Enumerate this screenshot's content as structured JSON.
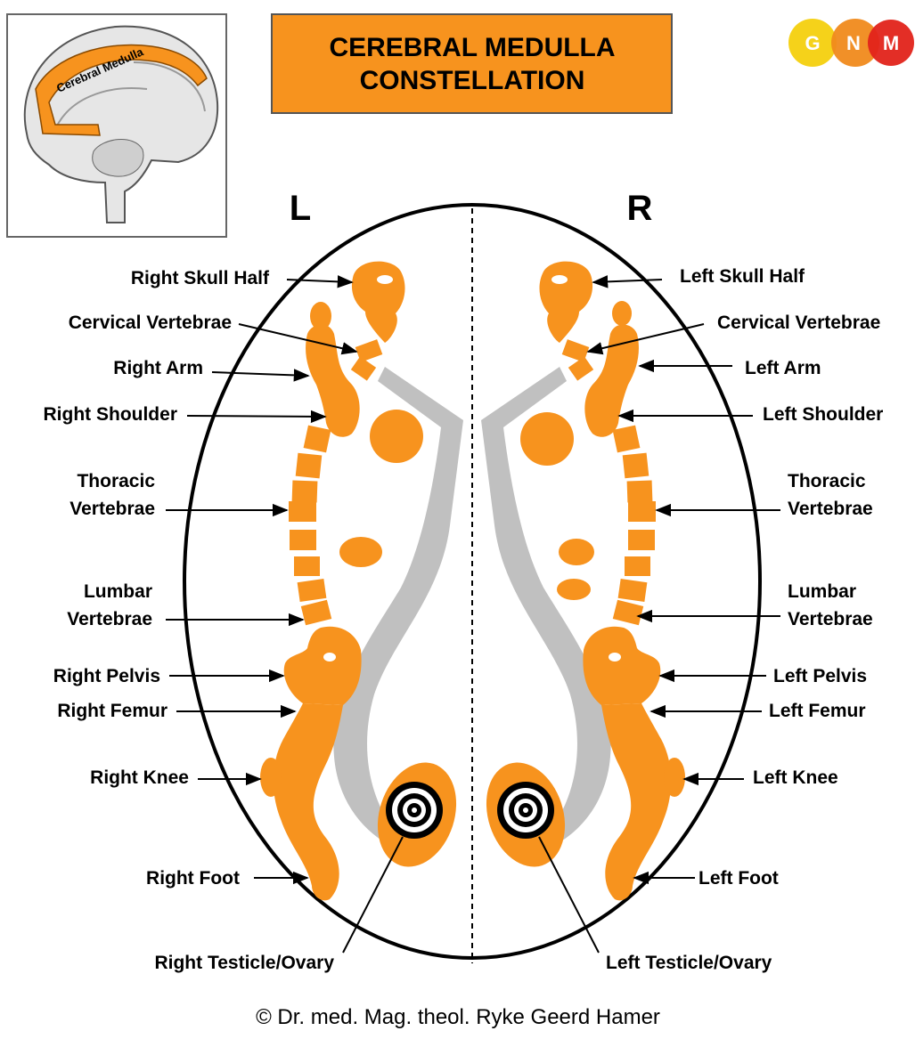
{
  "title": {
    "line1": "CEREBRAL MEDULLA",
    "line2": "CONSTELLATION"
  },
  "logo": {
    "letters": [
      "G",
      "N",
      "M"
    ],
    "colors": [
      "#f5d21a",
      "#f08a1c",
      "#e2231a"
    ]
  },
  "brain_inset": {
    "label": "Cerebral Medulla"
  },
  "sides": {
    "left": "L",
    "right": "R"
  },
  "colors": {
    "orange": "#f7931e",
    "gray": "#c0c0c0",
    "title_bg": "#f7931e"
  },
  "labels_left": {
    "skull": "Right Skull Half",
    "cervical": "Cervical Vertebrae",
    "arm": "Right Arm",
    "shoulder": "Right Shoulder",
    "thoracic1": "Thoracic",
    "thoracic2": "Vertebrae",
    "lumbar1": "Lumbar",
    "lumbar2": "Vertebrae",
    "pelvis": "Right Pelvis",
    "femur": "Right Femur",
    "knee": "Right Knee",
    "foot": "Right Foot",
    "testicle": "Right Testicle/Ovary"
  },
  "labels_right": {
    "skull": "Left Skull Half",
    "cervical": "Cervical Vertebrae",
    "arm": "Left Arm",
    "shoulder": "Left Shoulder",
    "thoracic1": "Thoracic",
    "thoracic2": "Vertebrae",
    "lumbar1": "Lumbar",
    "lumbar2": "Vertebrae",
    "pelvis": "Left Pelvis",
    "femur": "Left Femur",
    "knee": "Left Knee",
    "foot": "Left Foot",
    "testicle": "Left Testicle/Ovary"
  },
  "copyright": "© Dr. med. Mag. theol. Ryke Geerd Hamer"
}
